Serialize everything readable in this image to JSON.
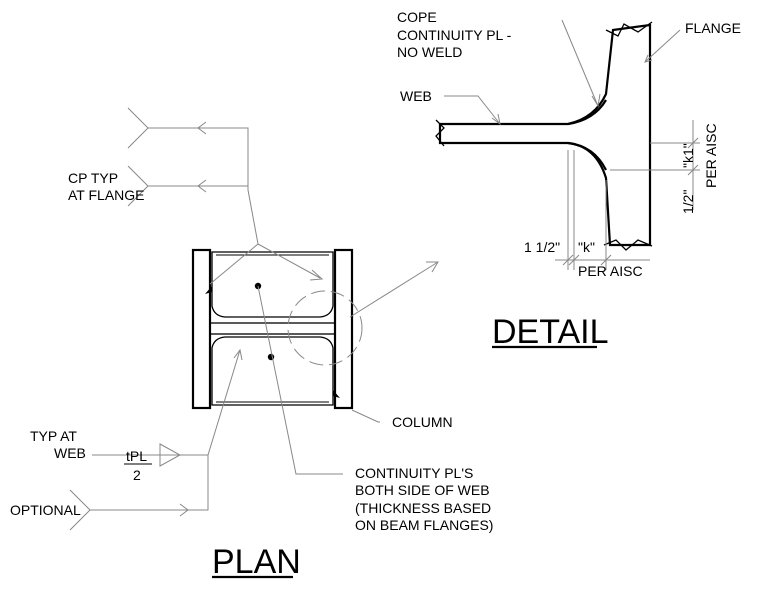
{
  "plan": {
    "title": "PLAN",
    "labels": {
      "cp_typ": "CP TYP",
      "at_flange": "AT FLANGE",
      "typ_at": "TYP AT",
      "web": "WEB",
      "weld_size_num": "tPL",
      "weld_size_den": "2",
      "optional": "OPTIONAL",
      "column": "COLUMN",
      "cont_line1": "CONTINUITY PL'S",
      "cont_line2": "BOTH SIDE OF WEB",
      "cont_line3": "(THICKNESS BASED",
      "cont_line4": "ON BEAM FLANGES)"
    }
  },
  "detail": {
    "title": "DETAIL",
    "labels": {
      "cope1": "COPE",
      "cope2": "CONTINUITY PL -",
      "cope3": "NO WELD",
      "flange": "FLANGE",
      "web": "WEB",
      "k1": "\"k1\"",
      "per_aisc_vert": "PER AISC",
      "half": "1/2\"",
      "one_half": "1 1/2\"",
      "k": "\"k\"",
      "per_aisc": "PER AISC"
    }
  }
}
